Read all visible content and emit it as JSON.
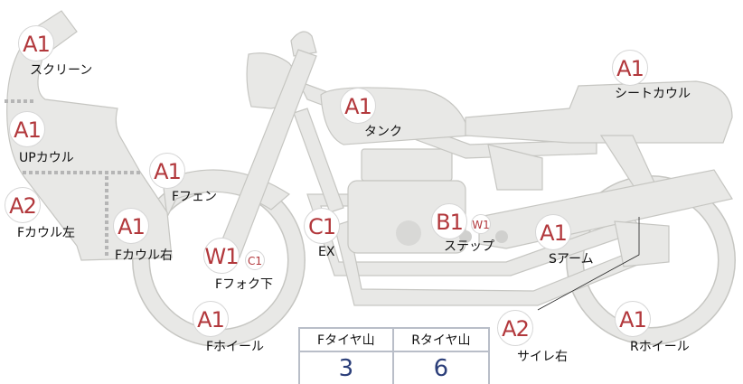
{
  "parts": [
    {
      "id": "screen",
      "grade": "A1",
      "label": "スクリーン"
    },
    {
      "id": "up-cowl",
      "grade": "A1",
      "label": "UPカウル"
    },
    {
      "id": "f-cowl-left",
      "grade": "A2",
      "label": "Fカウル左"
    },
    {
      "id": "f-cowl-right",
      "grade": "A1",
      "label": "Fカウル右"
    },
    {
      "id": "f-fender",
      "grade": "A1",
      "label": "Fフェン"
    },
    {
      "id": "f-fork-lower",
      "grade": "W1",
      "grade2": "C1",
      "label": "Fフォク下"
    },
    {
      "id": "f-wheel",
      "grade": "A1",
      "label": "Fホイール"
    },
    {
      "id": "ex",
      "grade": "C1",
      "label": "EX"
    },
    {
      "id": "tank",
      "grade": "A1",
      "label": "タンク"
    },
    {
      "id": "step",
      "grade": "B1",
      "grade2": "W1",
      "label": "ステップ"
    },
    {
      "id": "swingarm",
      "grade": "A1",
      "label": "Sアーム"
    },
    {
      "id": "seat-cowl",
      "grade": "A1",
      "label": "シートカウル"
    },
    {
      "id": "silencer-right",
      "grade": "A2",
      "label": "サイレ右"
    },
    {
      "id": "r-wheel",
      "grade": "A1",
      "label": "Rホイール"
    }
  ],
  "tire_table": {
    "headers": [
      "Fタイヤ山",
      "Rタイヤ山"
    ],
    "values": [
      "3",
      "6"
    ]
  },
  "colors": {
    "grade_text": "#b2383c",
    "value_text": "#2c3f7a",
    "body_fill": "#e8e8e6",
    "body_stroke": "#c6c6c2"
  }
}
